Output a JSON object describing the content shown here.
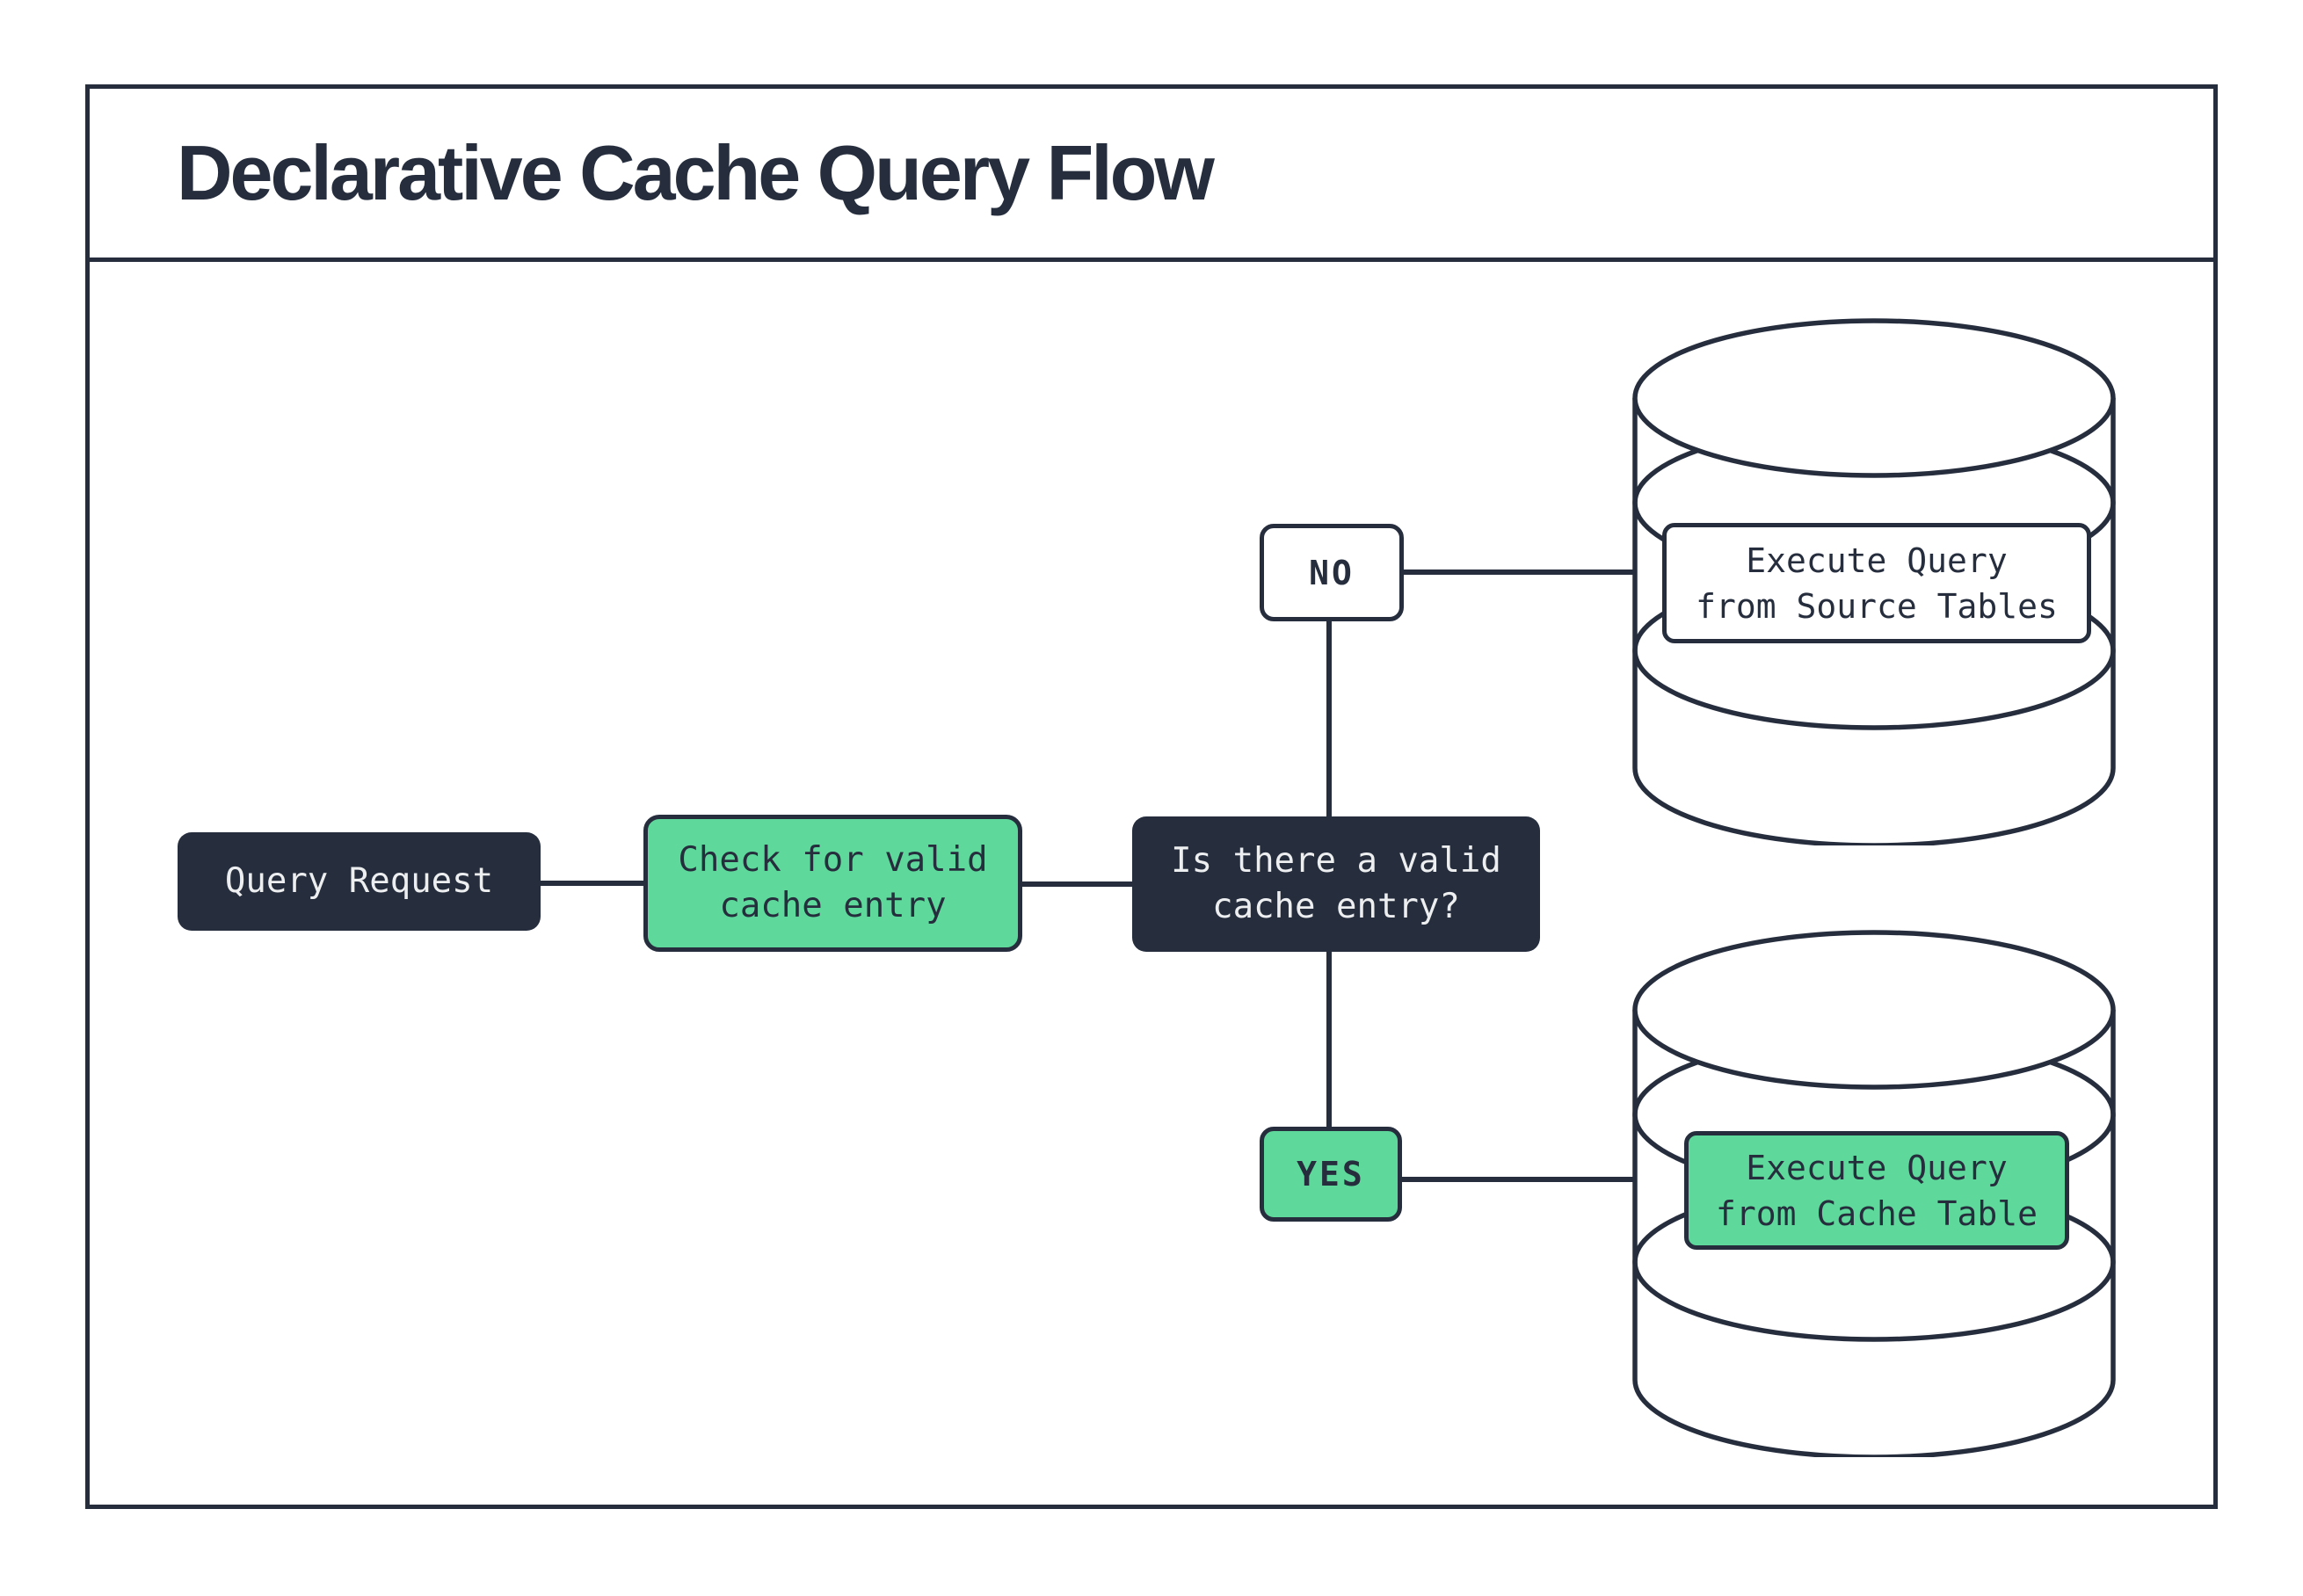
{
  "title": "Declarative Cache Query Flow",
  "colors": {
    "ink": "#262e3e",
    "green": "#5ed99b",
    "light": "#edeef0",
    "paper": "#ffffff"
  },
  "flow": {
    "start": {
      "label": "Query Request"
    },
    "check": {
      "label": "Check for valid\ncache entry"
    },
    "decision": {
      "label": "Is there a valid\ncache entry?"
    },
    "no_branch": {
      "label": "NO",
      "target": {
        "label": "Execute Query\nfrom Source Tables",
        "icon": "database-cylinder"
      }
    },
    "yes_branch": {
      "label": "YES",
      "target": {
        "label": "Execute Query\nfrom Cache Table",
        "icon": "database-cylinder"
      }
    }
  }
}
